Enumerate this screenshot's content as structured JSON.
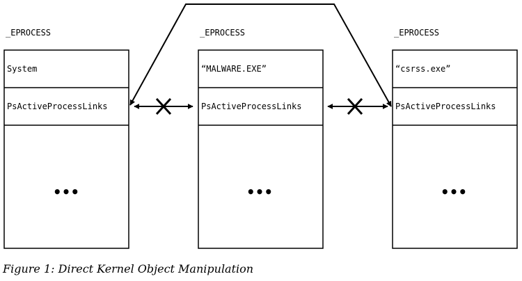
{
  "structures": [
    {
      "type_label": "_EPROCESS",
      "name": "System",
      "links_field": "PsActiveProcessLinks",
      "rest": "..."
    },
    {
      "type_label": "_EPROCESS",
      "name": "“MALWARE.EXE”",
      "links_field": "PsActiveProcessLinks",
      "rest": "..."
    },
    {
      "type_label": "_EPROCESS",
      "name": "“csrss.exe”",
      "links_field": "PsActiveProcessLinks",
      "rest": "..."
    }
  ],
  "caption": "Figure 1: Direct Kernel Object Manipulation"
}
